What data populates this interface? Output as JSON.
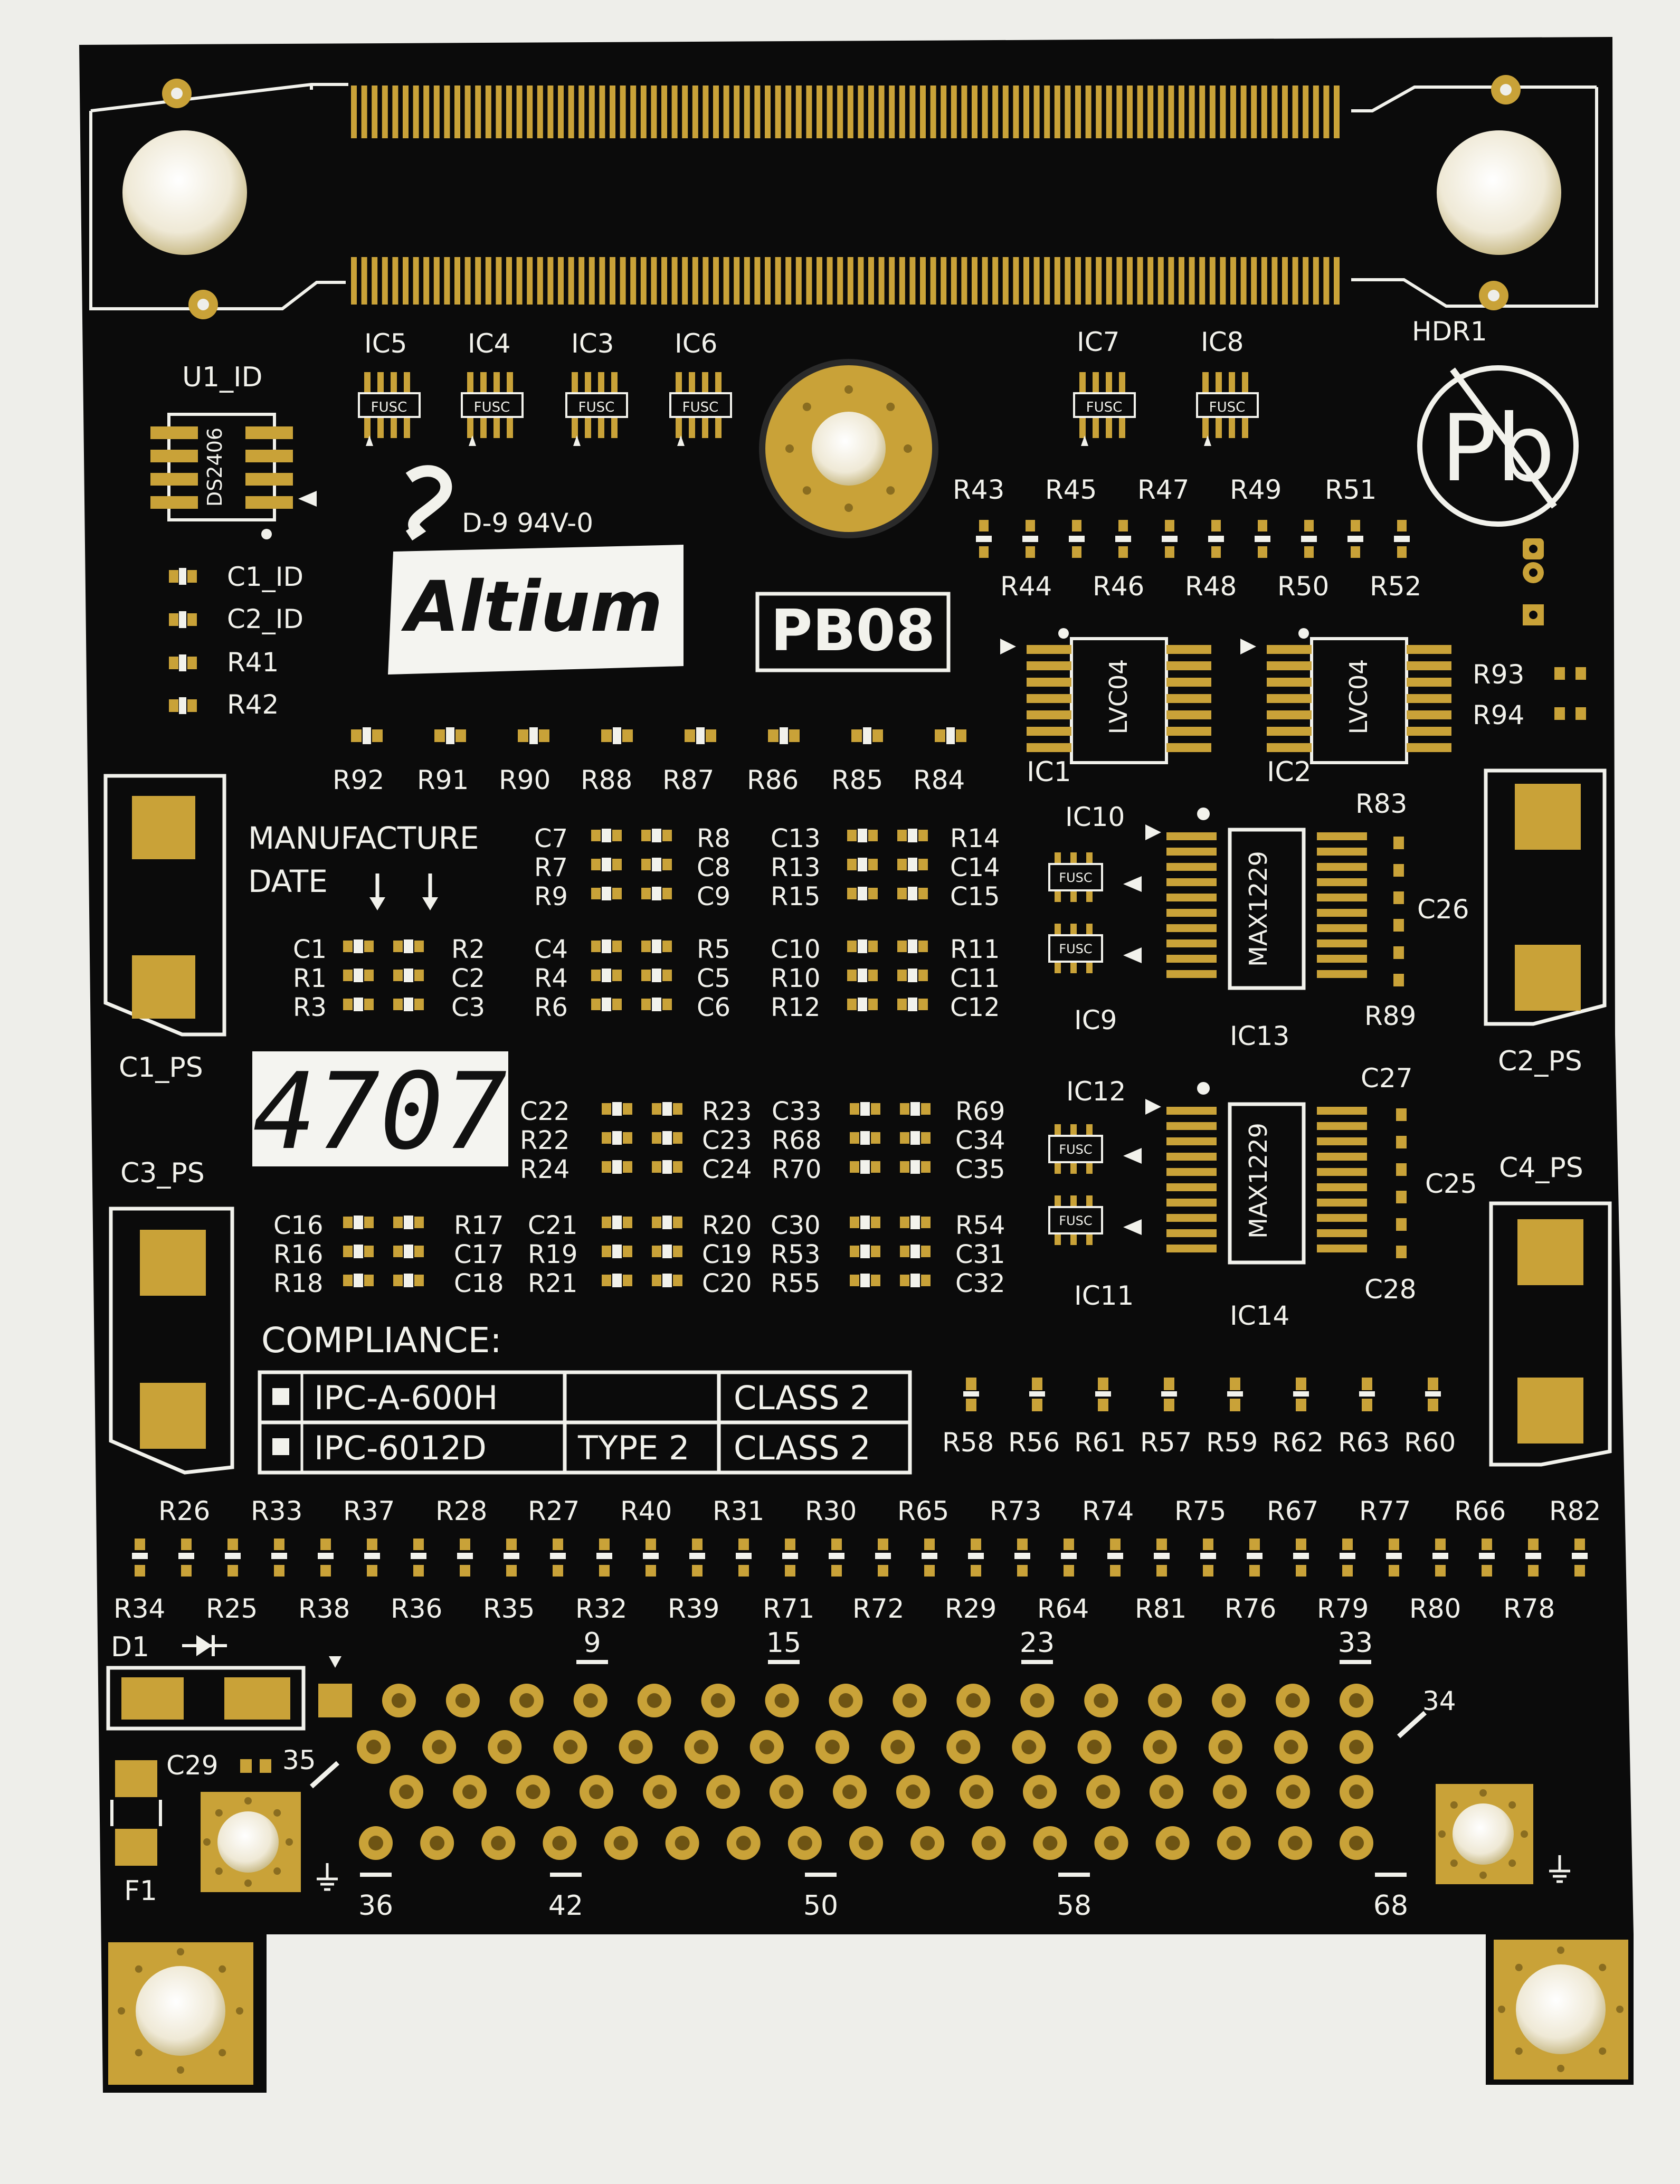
{
  "colors": {
    "background": "#eeeeea",
    "board": "#0b0b0b",
    "silkscreen": "#f2f2ec",
    "gold": "#c9a238",
    "gold_light": "#e2c35c",
    "hole": "#f4f1e6"
  },
  "board": {
    "top_connector": {
      "ref": "HDR1"
    },
    "id_chip": {
      "ref": "U1_ID",
      "part": "DS2406"
    },
    "id_labels": [
      "C1_ID",
      "C2_ID",
      "R41",
      "R42"
    ],
    "ul_mark": "D-9 94V-0",
    "brand_logo": "Altium",
    "board_code": "PB08",
    "lead_free_mark": "Pb",
    "fuse_text": "FUSC",
    "logic_chips": [
      {
        "ref": "IC1",
        "part": "LVC04"
      },
      {
        "ref": "IC2",
        "part": "LVC04"
      }
    ],
    "adc_chips": [
      {
        "ref": "IC13",
        "part": "MAX1229"
      },
      {
        "ref": "IC14",
        "part": "MAX1229"
      }
    ],
    "small_ics_top": [
      "IC5",
      "IC4",
      "IC3",
      "IC6",
      "IC7",
      "IC8"
    ],
    "small_ics_side": [
      "IC10",
      "IC9",
      "IC12",
      "IC11"
    ],
    "resistor_rows": {
      "top_upper": [
        "R43",
        "R45",
        "R47",
        "R49",
        "R51"
      ],
      "top_lower": [
        "R44",
        "R46",
        "R48",
        "R50",
        "R52"
      ],
      "mid_row": [
        "R92",
        "R91",
        "R90",
        "R88",
        "R87",
        "R86",
        "R85",
        "R84"
      ],
      "right_pair": [
        "R93",
        "R94"
      ],
      "lower_row": [
        "R58",
        "R56",
        "R61",
        "R57",
        "R59",
        "R62",
        "R63",
        "R60"
      ],
      "bottom_upper": [
        "R26",
        "R33",
        "R37",
        "R28",
        "R27",
        "R40",
        "R31",
        "R30",
        "R65",
        "R73",
        "R74",
        "R75",
        "R67",
        "R77",
        "R66",
        "R82"
      ],
      "bottom_lower": [
        "R34",
        "R25",
        "R38",
        "R36",
        "R35",
        "R32",
        "R39",
        "R71",
        "R72",
        "R29",
        "R64",
        "R81",
        "R76",
        "R79",
        "R80",
        "R78"
      ]
    },
    "passive_blocks": {
      "a_left": [
        "C7",
        "R7",
        "R9"
      ],
      "a_right": [
        "R8",
        "C8",
        "C9"
      ],
      "b_left": [
        "C13",
        "R13",
        "R15"
      ],
      "b_right": [
        "R14",
        "C14",
        "C15"
      ],
      "c_left": [
        "C1",
        "R1",
        "R3"
      ],
      "c_right": [
        "R2",
        "C2",
        "C3"
      ],
      "d_left": [
        "C4",
        "R4",
        "R6"
      ],
      "d_right": [
        "R5",
        "C5",
        "C6"
      ],
      "e_left": [
        "C10",
        "R10",
        "R12"
      ],
      "e_right": [
        "R11",
        "C11",
        "C12"
      ],
      "f_left": [
        "C22",
        "R22",
        "R24"
      ],
      "f_right": [
        "R23",
        "C23",
        "C24"
      ],
      "g_left": [
        "C33",
        "R68",
        "R70"
      ],
      "g_right": [
        "R69",
        "C34",
        "C35"
      ],
      "h_left": [
        "C16",
        "R16",
        "R18"
      ],
      "h_right": [
        "R17",
        "C17",
        "C18"
      ],
      "i_left": [
        "C21",
        "R19",
        "R21"
      ],
      "i_right": [
        "R20",
        "C19",
        "C20"
      ],
      "j_left": [
        "C30",
        "R53",
        "R55"
      ],
      "j_right": [
        "R54",
        "C31",
        "C32"
      ]
    },
    "cap_labels": [
      "R83",
      "C26",
      "R89",
      "C27",
      "C25",
      "C28"
    ],
    "manufacture": {
      "line1": "MANUFACTURE",
      "line2": "DATE",
      "code": "4707"
    },
    "pad_blocks": [
      "C1_PS",
      "C2_PS",
      "C3_PS",
      "C4_PS"
    ],
    "compliance": {
      "title": "COMPLIANCE:",
      "rows": [
        {
          "standard": "IPC-A-600H",
          "type": "",
          "class": "CLASS 2"
        },
        {
          "standard": "IPC-6012D",
          "type": "TYPE 2",
          "class": "CLASS 2"
        }
      ]
    },
    "diode": {
      "ref": "D1"
    },
    "fuse": {
      "ref": "F1"
    },
    "cap_c29": "C29",
    "pin_numbers": [
      "9",
      "15",
      "23",
      "33",
      "34",
      "35",
      "36",
      "42",
      "50",
      "58",
      "68"
    ]
  }
}
